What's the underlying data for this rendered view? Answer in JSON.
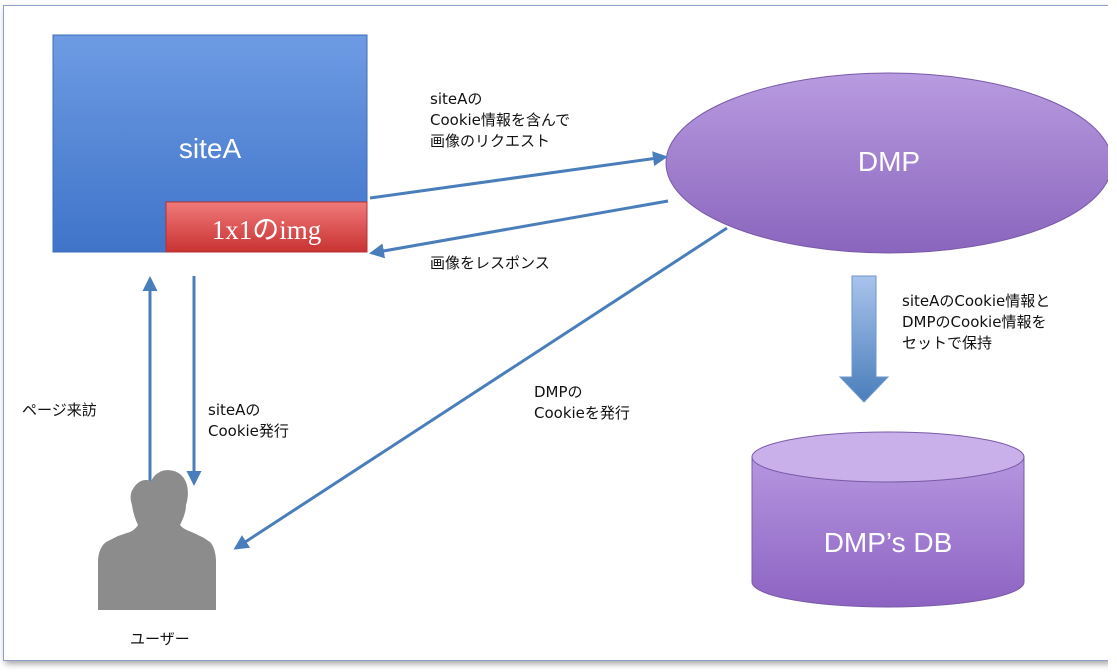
{
  "nodes": {
    "siteA": "siteA",
    "pixel": "1x1のimg",
    "dmp": "DMP",
    "db": "DMP’s DB",
    "user": "ユーザー"
  },
  "edges": {
    "request": "siteAの\nCookie情報を含んで\n画像のリクエスト",
    "response": "画像をレスポンス",
    "visit": "ページ来訪",
    "siteA_cookie": "siteAの\nCookie発行",
    "dmp_cookie": "DMPの\nCookieを発行",
    "store": "siteAのCookie情報と\nDMPのCookie情報を\nセットで保持"
  },
  "colors": {
    "site_box": "#4f81d0",
    "pixel_box": "#d84040",
    "dmp_fill": "#9b79c9",
    "arrow": "#4a7ebb",
    "user_icon": "#8c8c8c"
  }
}
